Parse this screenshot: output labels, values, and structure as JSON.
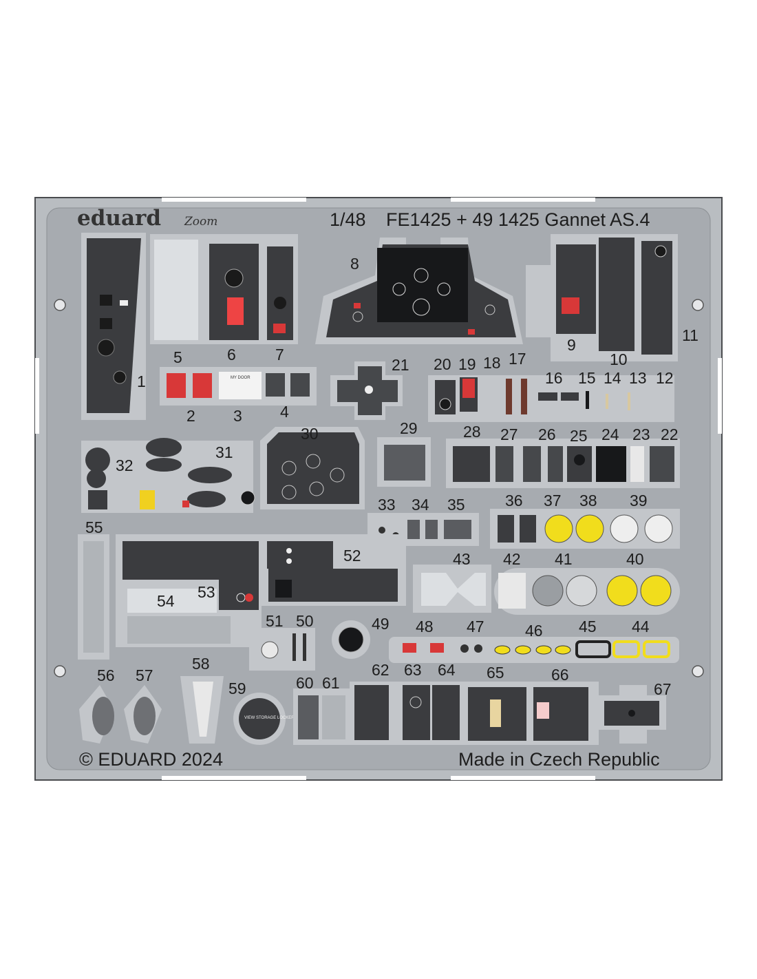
{
  "header": {
    "brand": "eduard",
    "sub_brand": "Zoom",
    "scale": "1/48",
    "title": "FE1425 + 49 1425 Gannet AS.4"
  },
  "footer": {
    "copyright": "© EDUARD 2024",
    "origin": "Made in Czech Republic"
  },
  "panel_text": {
    "p3": "MY DOOR",
    "p59": "VIEW STORAGE LOCKER"
  },
  "colors": {
    "fret_metal": "#a4a8ad",
    "fret_outer": "#b8bcc0",
    "panel_dark": "#3c3d3f",
    "panel_black": "#17181a",
    "accent_red": "#d93a3a",
    "accent_yellow": "#f1dd1c"
  },
  "part_labels": [
    "1",
    "2",
    "3",
    "4",
    "5",
    "6",
    "7",
    "8",
    "9",
    "10",
    "11",
    "12",
    "13",
    "14",
    "15",
    "16",
    "17",
    "18",
    "19",
    "20",
    "21",
    "22",
    "23",
    "24",
    "25",
    "26",
    "27",
    "28",
    "29",
    "30",
    "31",
    "32",
    "33",
    "34",
    "35",
    "36",
    "37",
    "38",
    "39",
    "40",
    "41",
    "42",
    "43",
    "44",
    "45",
    "46",
    "47",
    "48",
    "49",
    "50",
    "51",
    "52",
    "53",
    "54",
    "55",
    "56",
    "57",
    "58",
    "59",
    "60",
    "61",
    "62",
    "63",
    "64",
    "65",
    "66",
    "67"
  ]
}
